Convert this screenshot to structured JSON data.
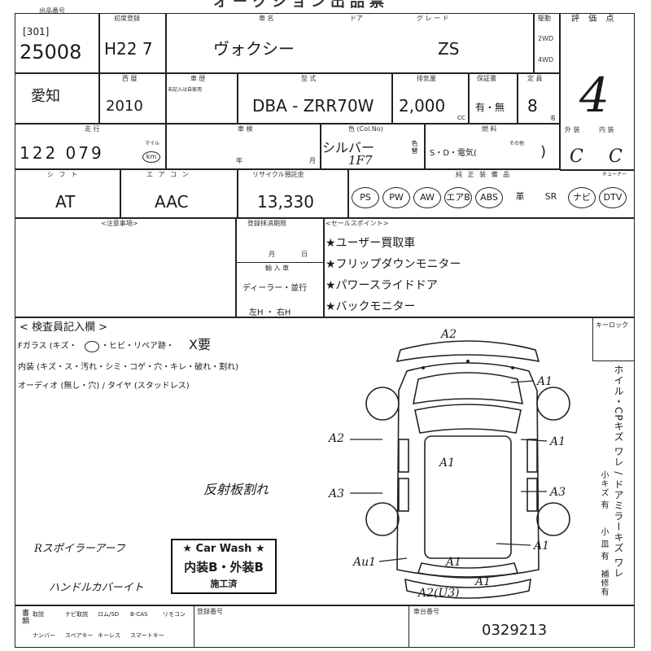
{
  "header": {
    "title_partial": "オークション出品票",
    "lot_label": "出品番号",
    "lot_prefix": "[301]",
    "lot_number": "25008",
    "reg_label": "初度登録",
    "reg_value": "H22 7",
    "name_label": "車 名",
    "name_value": "ヴォクシー",
    "door_label": "ドア",
    "grade_label": "グ レ ー ド",
    "grade_value": "ZS",
    "drive_label": "駆動",
    "drive_2wd": "2WD",
    "drive_4wd": "4WD",
    "score_label": "評 価 点",
    "score_value": "4"
  },
  "row2": {
    "region": "愛知",
    "year_label": "西 暦",
    "year_value": "2010",
    "history_label": "車 歴",
    "history_note": "未記入は自家用",
    "model_label": "型 式",
    "model_value": "DBA - ZRR70W",
    "cc_label": "排気量",
    "cc_value": "2,000",
    "cc_unit": "CC",
    "warranty_label": "保証書",
    "warranty_value": "有・無",
    "seats_label": "定 員",
    "seats_value": "8",
    "seats_unit": "名"
  },
  "row3": {
    "mileage_label": "走 行",
    "mileage_value": "122 079",
    "mileage_unit": "km",
    "mileage_mile": "マイル",
    "vehicle_check_label": "車 検",
    "year_unit": "年",
    "month_unit": "月",
    "color_label": "色 (Col.No)",
    "color_value": "シルバー",
    "color_no": "1F7",
    "color_change": "色替",
    "fuel_label": "燃 料",
    "fuel_value": "S・D・電気(",
    "fuel_other": "その他",
    "ext_label": "外 装",
    "int_label": "内 装",
    "ext_value": "C",
    "int_value": "C"
  },
  "row4": {
    "shift_label": "シ フ ト",
    "shift_value": "AT",
    "ac_label": "エ ア コ ン",
    "ac_value": "AAC",
    "recycle_label": "リサイクル預託金",
    "recycle_value": "13,330",
    "equip_label": "純 正 装 備 品",
    "equip": [
      "PS",
      "PW",
      "AW",
      "エアB",
      "ABS",
      "革",
      "SR",
      "ナビ",
      "DTV"
    ],
    "tuner_label": "チューナー"
  },
  "notes": {
    "caution_label": "<注意事項>",
    "cancel_label": "登録抹消期限",
    "month_unit": "月",
    "day_unit": "日",
    "import_label": "輸 入 車",
    "import_value": "ディーラー・並行",
    "handle_value": "左H ・ 右H",
    "sales_label": "<セールスポイント>",
    "sales_points": [
      "★ユーザー買取車",
      "★フリップダウンモニター",
      "★パワースライドドア",
      "★バックモニター"
    ]
  },
  "inspector": {
    "title": "< 検査員記入欄 >",
    "line1_prefix": "Fガラス (キズ・",
    "line1_mid": "・ヒビ・リペア跡・",
    "line1_mark": "X要",
    "line2": "内装 (キズ・ス・汚れ・シミ・コゲ・穴・キレ・破れ・割れ)",
    "line3": "オーディオ (無し・穴) / タイヤ (スタッドレス)",
    "key_label": "キーロック",
    "side_text": "ホイル・CPキズ ワレ / ドアミラーキズ ワレ",
    "side_sub1": "小キズ 有",
    "side_sub2": "小 皿 有",
    "side_sub3": "補修有",
    "damage_marks": [
      "A2",
      "A1",
      "A2",
      "A1",
      "A1",
      "A3",
      "A3",
      "A1",
      "Au1",
      "A1",
      "A1",
      "A2(U3)"
    ],
    "handwritten_1": "反射板割れ",
    "handwritten_2": "Rスポイラーアーフ",
    "handwritten_3": "ハンドルカバーイト",
    "wash_title": "★ Car Wash ★",
    "wash_main": "内装B・外装B",
    "wash_done": "施工済"
  },
  "footer": {
    "docs_label": "書類",
    "row1": [
      "取説",
      "ナビ取説",
      "ロム/SD",
      "B-CAS",
      "リモコン"
    ],
    "row2": [
      "ナンバー",
      "スペアキー",
      "キーレス",
      "スマートキー"
    ],
    "reg_no_label": "登録番号",
    "chassis_label": "車台番号",
    "chassis_value": "0329213"
  }
}
